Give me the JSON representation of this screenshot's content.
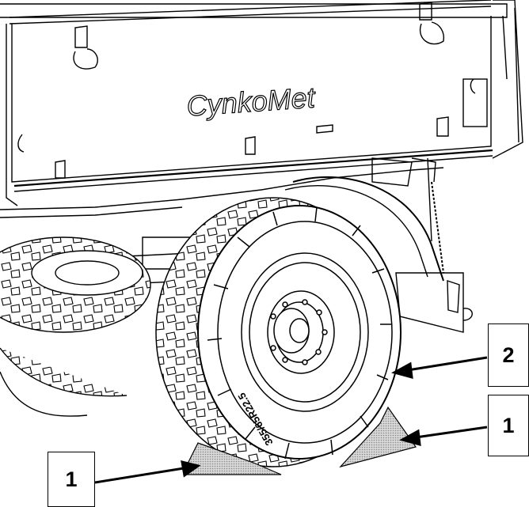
{
  "brand": {
    "logo_text": "CynkoMet"
  },
  "tire": {
    "size_text": "355/65R22.5"
  },
  "callouts": {
    "wheel_label": "2",
    "chock_right_label": "1",
    "chock_left_label": "1"
  },
  "colors": {
    "line": "#000000",
    "background": "#ffffff",
    "chock_fill": "#bdbdbd"
  }
}
